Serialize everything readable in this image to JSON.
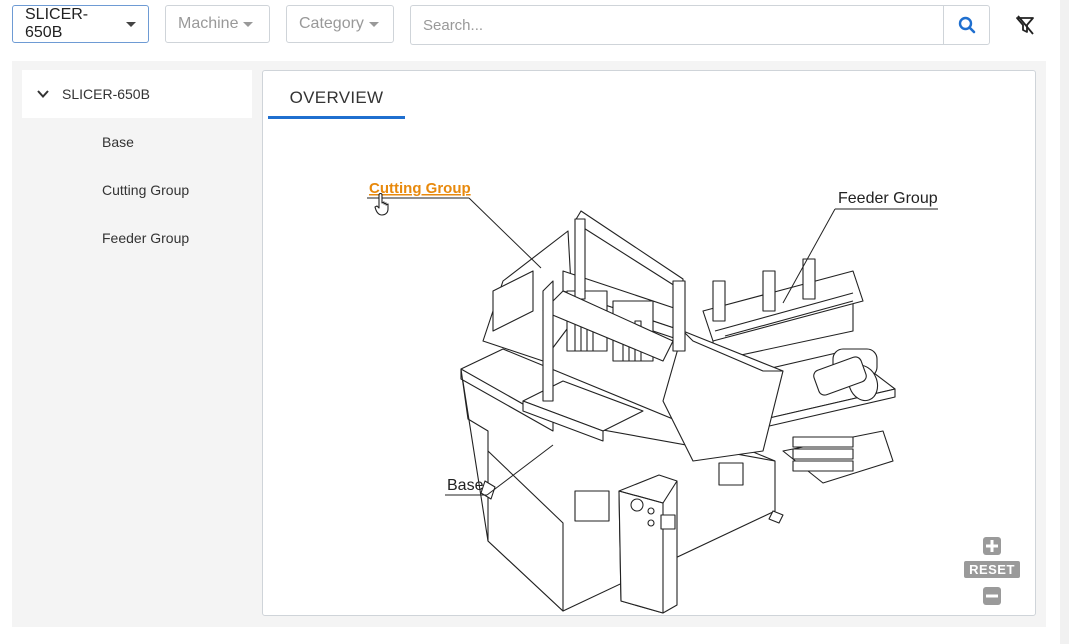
{
  "filters": {
    "product": "SLICER-650B",
    "machine": "Machine",
    "category": "Category"
  },
  "search": {
    "placeholder": "Search..."
  },
  "tree": {
    "root": "SLICER-650B",
    "items": [
      "Base",
      "Cutting Group",
      "Feeder Group"
    ]
  },
  "viewer": {
    "tab": "OVERVIEW",
    "callouts": {
      "cutting": "Cutting Group",
      "feeder": "Feeder Group",
      "base": "Base"
    },
    "zoom": {
      "reset": "RESET"
    }
  },
  "colors": {
    "accent": "#1f6fcf",
    "highlight": "#e8890c",
    "icon_gray": "#9a9a9a"
  }
}
